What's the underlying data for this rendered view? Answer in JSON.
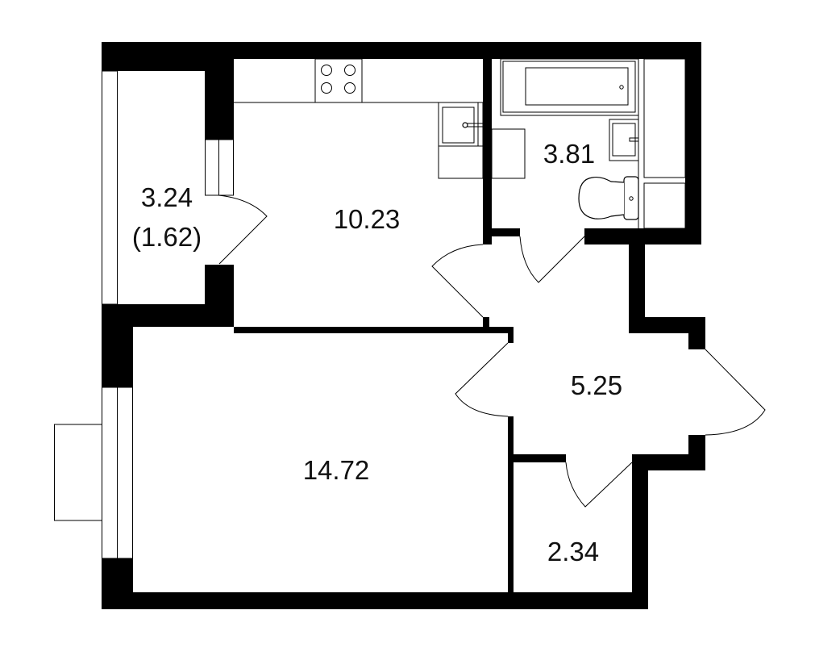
{
  "plan": {
    "rooms": [
      {
        "id": "balcony",
        "area": "3.24",
        "area_reduced": "(1.62)"
      },
      {
        "id": "kitchen",
        "area": "10.23"
      },
      {
        "id": "bathroom",
        "area": "3.81"
      },
      {
        "id": "hallway",
        "area": "5.25"
      },
      {
        "id": "bedroom",
        "area": "14.72"
      },
      {
        "id": "storage",
        "area": "2.34"
      }
    ],
    "colors": {
      "wall": "#000000",
      "background": "#ffffff"
    }
  }
}
